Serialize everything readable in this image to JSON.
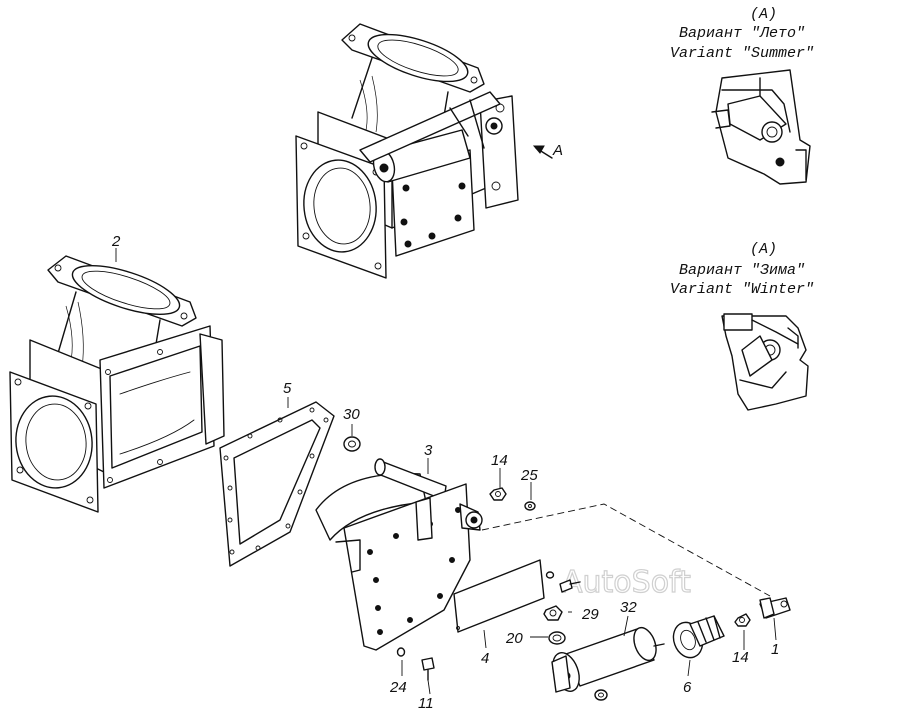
{
  "views": {
    "summer": {
      "tag": "(A)",
      "ru": "Вариант \"Лето\"",
      "en": "Variant \"Summer\""
    },
    "winter": {
      "tag": "(A)",
      "ru": "Вариант \"Зима\"",
      "en": "Variant \"Winter\""
    },
    "arrow_label": "A"
  },
  "watermark": "AutoSoft",
  "callouts": {
    "c1": "1",
    "c2": "2",
    "c3": "3",
    "c4": "4",
    "c5": "5",
    "c6": "6",
    "c11": "11",
    "c14a": "14",
    "c14b": "14",
    "c20": "20",
    "c24": "24",
    "c25": "25",
    "c29": "29",
    "c30": "30",
    "c32": "32"
  }
}
